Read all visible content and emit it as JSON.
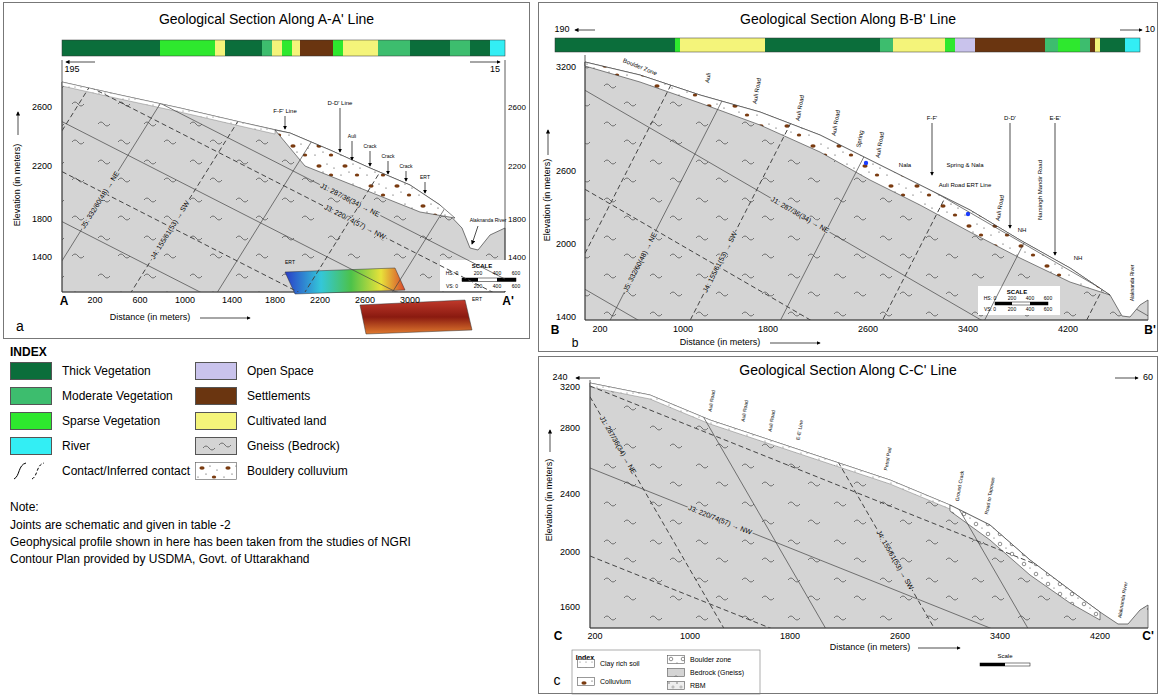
{
  "diagram": {
    "nodes": [
      {
        "text": [
          "Geological Section Along A-A' Line"
        ]
      },
      {
        "text": [
          "Geological Section Along B-B' Line"
        ]
      },
      {
        "text": [
          "Geological Section Along C-C' Line"
        ]
      }
    ],
    "labels": [
      "195",
      "15",
      "2600",
      "2200",
      "1800",
      "1400",
      "2600",
      "2200",
      "1800",
      "1400",
      "Elevation (in meters)",
      "A",
      "A'",
      "200",
      "600",
      "1000",
      "1400",
      "1800",
      "2200",
      "2600",
      "3000",
      "Distance (in meters)",
      "J1: 287/36(34) → NE",
      "J3: 220/74(57) → NW",
      "J5: 332/60(48) → NE",
      "J4: 155/61(53) → SW",
      "F-F' Line",
      "D-D' Line",
      "Auli",
      "Crack",
      "Crack",
      "Crack",
      "ERT",
      "Alaknanda River",
      "SCALE",
      "HS: 0",
      "200",
      "400",
      "600",
      "VS: 0",
      "200",
      "400",
      "600",
      "ERT",
      "ERT",
      "a",
      "190",
      "10",
      "3200",
      "2600",
      "2000",
      "1400",
      "Elevation (in meters)",
      "B",
      "B'",
      "200",
      "1000",
      "1800",
      "2600",
      "3400",
      "4200",
      "Distance (in meters)",
      "Boulder Zone",
      "Auli",
      "Auli Road",
      "Auli Road",
      "Auli Road",
      "Spring",
      "Auli Road",
      "Nala",
      "F-F'",
      "D-D'",
      "E-E'",
      "Spring & Nala",
      "Auli Road ERT Line",
      "Auli Road",
      "NH",
      "Narsingh Mandir Road",
      "NH",
      "Alaknanda River",
      "J1: 287/36(34) → NE",
      "J5: 332/60(48) → NE",
      "J4: 155/61(53) → SW",
      "SCALE",
      "HS: 0",
      "200",
      "400",
      "600",
      "VS: 0",
      "200",
      "400",
      "600",
      "b",
      "240",
      "60",
      "3200",
      "2800",
      "2400",
      "2000",
      "1600",
      "Elevation (in meters)",
      "C",
      "C'",
      "200",
      "1000",
      "1800",
      "2600",
      "3400",
      "4200",
      "Distance (in meters)",
      "Auli Road",
      "Auli Road",
      "Auli Road",
      "E-E' Line",
      "Petrol Pad",
      "Ground Crack",
      "Road to Tapovan",
      "Alaknanda River",
      "J1: 287/36(34) → NE",
      "J3: 220/74(57) → NW",
      "J4: 155/61(53) → SW",
      "Index",
      "Scale",
      "c",
      "INDEX",
      "Note:",
      "Joints are schematic and given in table -2",
      "Geophysical profile shown in here has been taken from the studies of NGRI",
      "Contour  Plan provided by USDMA, Govt. of Uttarakhand"
    ],
    "legend": [
      {
        "text": "Thick Vegetation",
        "color": "#0b6e3b"
      },
      {
        "text": "Moderate Vegetation",
        "color": "#3dbd6e"
      },
      {
        "text": "Sparse Vegetation",
        "color": "#2ee82e"
      },
      {
        "text": "River",
        "color": "#33eef4"
      },
      {
        "text": "Contact/Inferred contact"
      },
      {
        "text": "Open Space",
        "color": "#c9c3ec"
      },
      {
        "text": "Settlements",
        "color": "#6a3510"
      },
      {
        "text": "Cultivated land",
        "color": "#f4f47a"
      },
      {
        "text": "Gneiss (Bedrock)",
        "color": "#d4d4d4"
      },
      {
        "text": "Bouldery colluvium"
      },
      {
        "text": "Clay rich soil"
      },
      {
        "text": "Colluvium"
      },
      {
        "text": "Boulder zone"
      },
      {
        "text": "Bedrock (Gneiss)"
      },
      {
        "text": "RBM"
      }
    ]
  }
}
